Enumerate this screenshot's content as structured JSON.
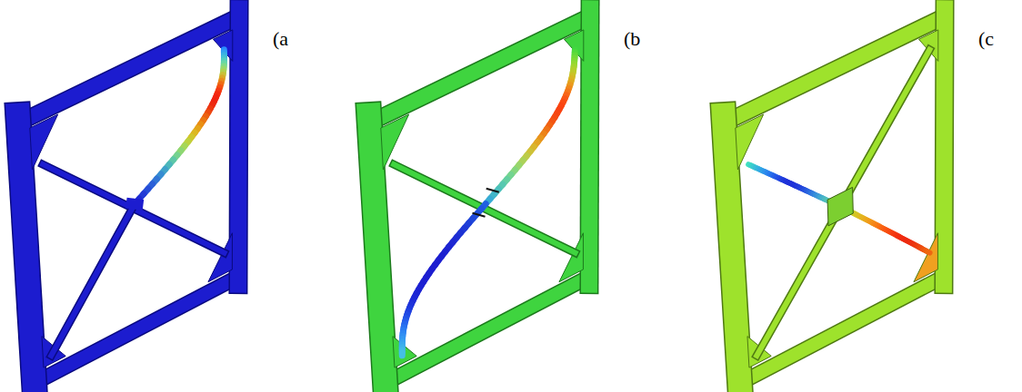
{
  "diagram": {
    "labels": [
      "(a",
      "(b",
      "(c"
    ]
  }
}
